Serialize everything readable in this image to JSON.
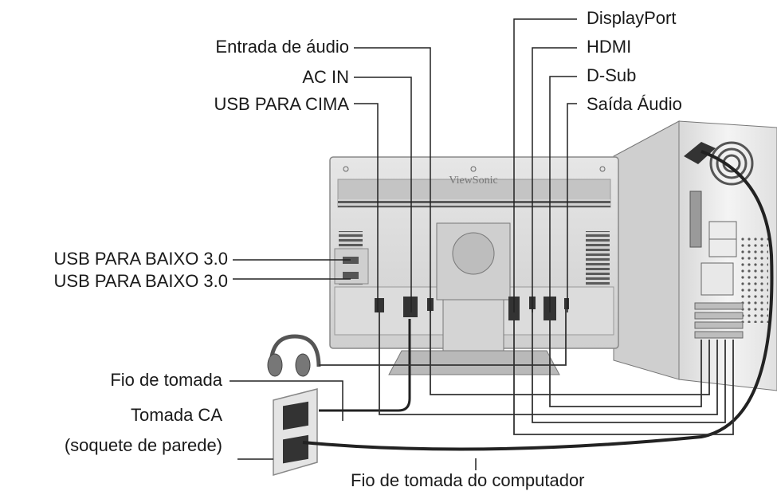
{
  "brand": "ViewSonic",
  "labels": {
    "audio_in": "Entrada de áudio",
    "ac_in": "AC IN",
    "usb_up": "USB PARA CIMA",
    "displayport": "DisplayPort",
    "hdmi": "HDMI",
    "dsub": "D-Sub",
    "audio_out": "Saída Áudio",
    "usb_down_1": "USB PARA BAIXO 3.0",
    "usb_down_2": "USB PARA BAIXO 3.0",
    "power_cord": "Fio de tomada",
    "ac_outlet_1": "Tomada CA",
    "ac_outlet_2": "(soquete de parede)",
    "computer_power_cord": "Fio de tomada do computador"
  }
}
